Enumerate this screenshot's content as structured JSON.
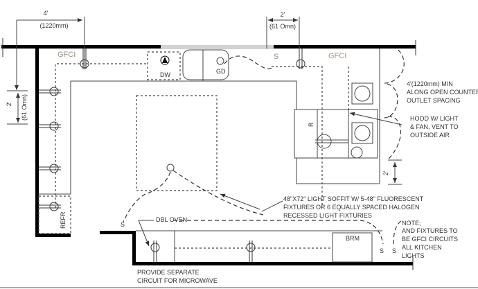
{
  "dimensions": {
    "top_left_ft": "4'",
    "top_left_mm": "(1220mm)",
    "top_right_ft": "2'",
    "top_right_mm": "(61 Omn)",
    "left_ft": "2'",
    "left_mm": "(61 Omn)",
    "right_ft": "2'"
  },
  "labels": {
    "gfci_left": "GFCI",
    "gfci_right": "GFCI",
    "switch": "S",
    "dw": "DW",
    "gd": "GD",
    "range": "R",
    "refr": "REFR",
    "dbl_oven": "DBL OVEN",
    "brm": "BRM"
  },
  "notes": {
    "outlet_spacing": [
      "4'(1220mm) MIN",
      "ALONG OPEN COUNTER",
      "OUTLET SPACING"
    ],
    "hood": [
      "HOOD W/ LIGHT",
      "& FAN, VENT TO",
      "OUTSIDE AIR"
    ],
    "soffit": [
      "48\"X72\" LIGHT SOFFIT W/ 5-48\" FLUORESCENT",
      "FIXTURES OR 6 EQUALLY SPACED HALOGEN",
      "RECESSED LIGHT FIXTURIES"
    ],
    "gfci_note": [
      "NOTE;",
      "AND FIXTURES TO",
      "BE GFCI CIRCUITS",
      "ALL KITCHEN",
      "LIGHTS"
    ],
    "microwave": [
      "PROVIDE SEPARATE",
      "CIRCUIT FOR MICROWAVE"
    ]
  }
}
